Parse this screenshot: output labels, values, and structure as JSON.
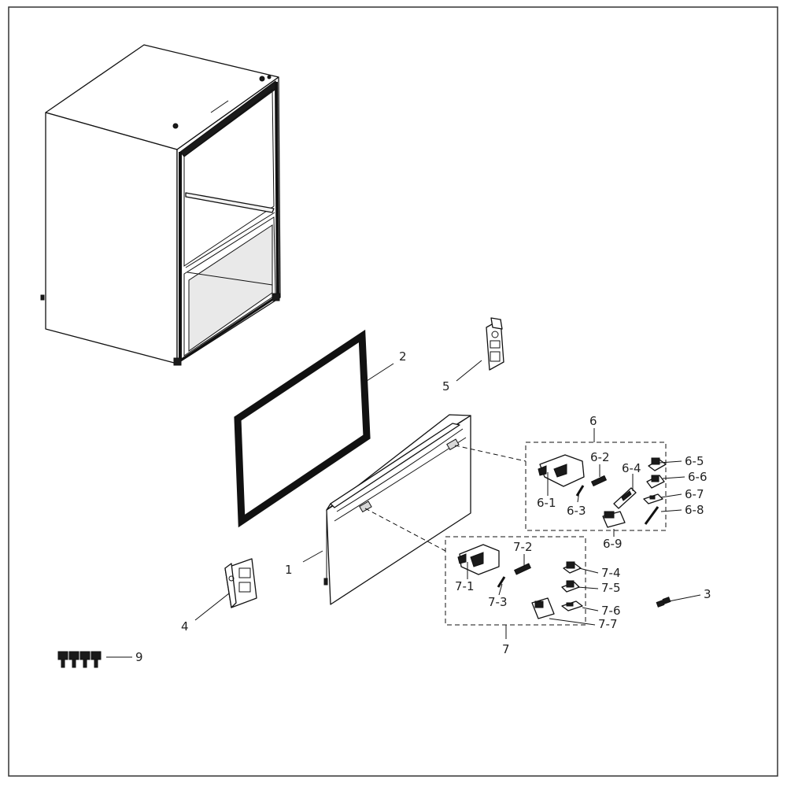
{
  "labels": {
    "p1": "1",
    "p2": "2",
    "p3": "3",
    "p4": "4",
    "p5": "5",
    "p6": "6",
    "p6_1": "6-1",
    "p6_2": "6-2",
    "p6_3": "6-3",
    "p6_4": "6-4",
    "p6_5": "6-5",
    "p6_6": "6-6",
    "p6_7": "6-7",
    "p6_8": "6-8",
    "p6_9": "6-9",
    "p7": "7",
    "p7_1": "7-1",
    "p7_2": "7-2",
    "p7_3": "7-3",
    "p7_4": "7-4",
    "p7_5": "7-5",
    "p7_6": "7-6",
    "p7_7": "7-7",
    "p9": "9"
  },
  "colors": {
    "line": "#111111",
    "background": "#ffffff"
  }
}
